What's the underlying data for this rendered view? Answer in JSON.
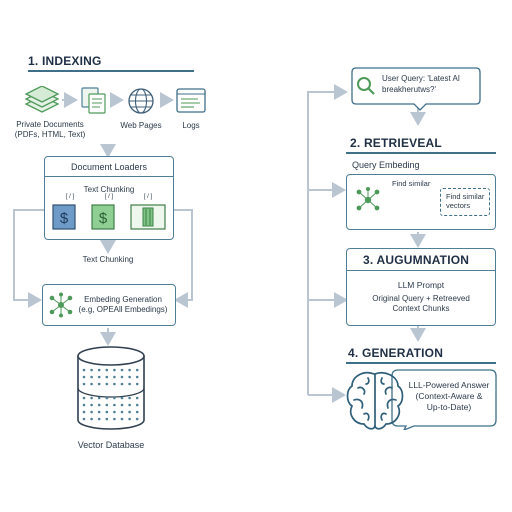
{
  "indexing": {
    "heading": "1. INDEXING",
    "sources": {
      "private_docs": "Private Documents\n(PDFs, HTML, Text)",
      "web_pages": "Web Pages",
      "logs": "Logs"
    },
    "loader_title": "Document Loaders",
    "chunking_label": "Text Chunking",
    "chunk_marks": [
      "[ / ]",
      "[ / ]",
      "[ / ]"
    ],
    "chunking_label_2": "Text Chunking",
    "embedding_box": "Embeding Generation\n(e.g, OPEAll Embedings)",
    "vector_db": "Vector Database"
  },
  "query": {
    "text": "User Query: 'Latest AI\nbreakherutws?'"
  },
  "retrieval": {
    "heading": "2. RETRIEVEAL",
    "query_embedding": "Query Embeding",
    "find_similar": "Find similar",
    "find_similar_vectors": "Find similar\nvectors"
  },
  "augmentation": {
    "heading": "3. AUGUMNATION",
    "prompt_title": "LLM Prompt",
    "prompt_body": "Original Query + Retreeved\nContext Chunks"
  },
  "generation": {
    "heading": "4. GENERATION",
    "answer": "LLL-Powered Answer\n(Context-Aware &\nUp-to-Date)"
  },
  "colors": {
    "navy": "#1f2f45",
    "teal": "#3f6f8a",
    "green": "#4f9a5a",
    "blue_tile": "#4f7fb5",
    "arrow": "#b9c6d2"
  }
}
